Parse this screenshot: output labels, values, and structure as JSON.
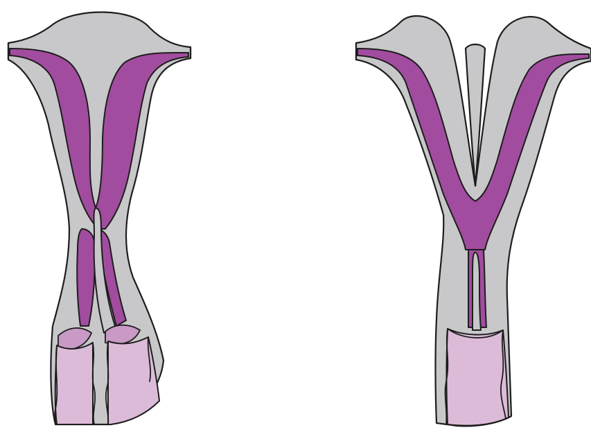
{
  "figure": {
    "panels": [
      {
        "name": "left-uterus",
        "variant": "septate uterus with double cervix and septate vagina"
      },
      {
        "name": "right-uterus",
        "variant": "bicornuate uterus with single vagina"
      }
    ],
    "colors": {
      "wall": "#c8c8ca",
      "cavity": "#a24c9f",
      "vagina": "#dcbbd8",
      "outline": "#1d1d1d",
      "background": "#ffffff"
    }
  }
}
